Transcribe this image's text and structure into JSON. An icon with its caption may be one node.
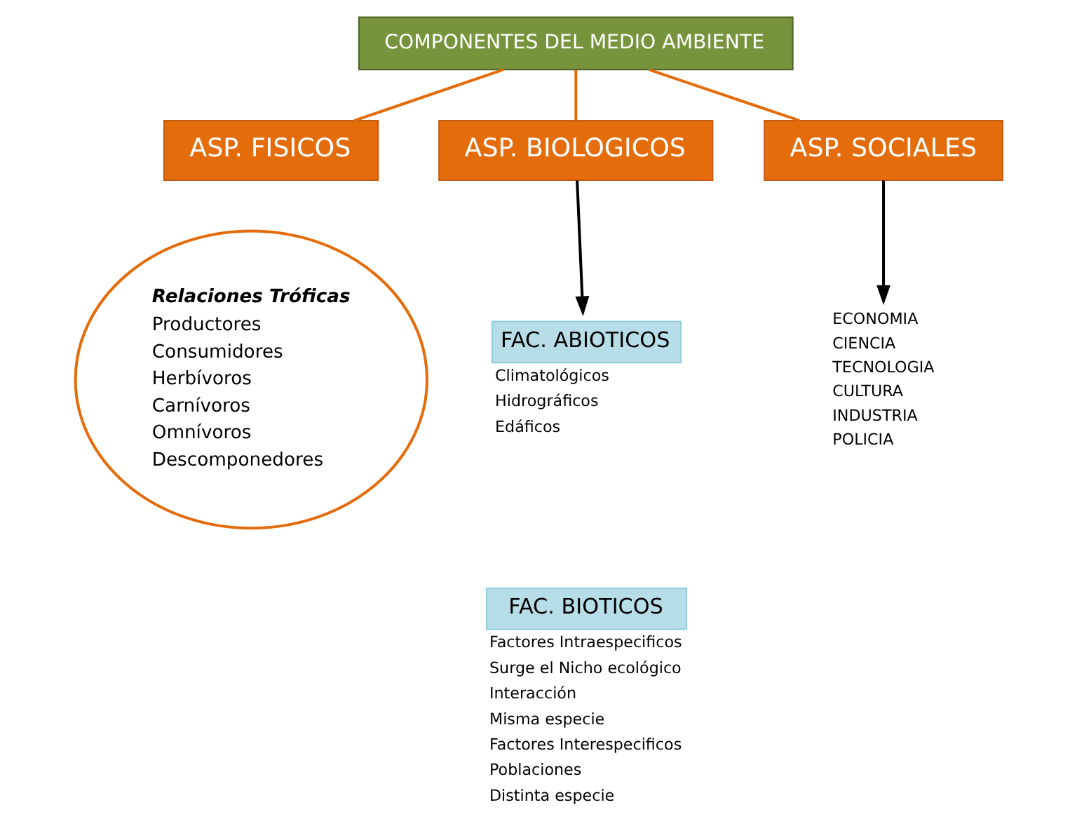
{
  "diagram": {
    "nodes": [
      {
        "text": [
          "COMPONENTES DEL MEDIO AMBIENTE"
        ]
      },
      {
        "text": [
          "ASP. FISICOS"
        ]
      },
      {
        "text": [
          "ASP. BIOLOGICOS"
        ]
      },
      {
        "text": [
          "ASP. SOCIALES"
        ]
      },
      {
        "text": [
          "Relaciones Tróficas",
          "Productores",
          "Consumidores",
          "Herbívoros",
          "Carnívoros",
          "Omnívoros",
          "Descomponedores"
        ]
      },
      {
        "text": [
          "FAC. ABIOTICOS"
        ],
        "beside": [
          "Climatológicos",
          "Hidrográficos",
          "Edáficos"
        ]
      },
      {
        "text": [
          "FAC. BIOTICOS"
        ],
        "beside": [
          "Factores Intraespecificos",
          "Surge el Nicho ecológico",
          "Interacción",
          "Misma especie",
          "Factores Interespecificos",
          "Poblaciones",
          "Distinta especie"
        ]
      },
      {
        "text": [
          "ECONOMIA",
          "CIENCIA",
          "TECNOLOGIA",
          "CULTURA",
          "INDUSTRIA",
          "POLICIA"
        ]
      }
    ],
    "edges": [
      {
        "from": 0,
        "to": 1,
        "arrow": "none"
      },
      {
        "from": 0,
        "to": 2,
        "arrow": "none"
      },
      {
        "from": 0,
        "to": 3,
        "arrow": "none"
      },
      {
        "from": 2,
        "to": 5,
        "arrow": "to",
        "color": "#000000"
      },
      {
        "from": 3,
        "to": 7,
        "arrow": "to",
        "color": "#000000"
      }
    ]
  }
}
